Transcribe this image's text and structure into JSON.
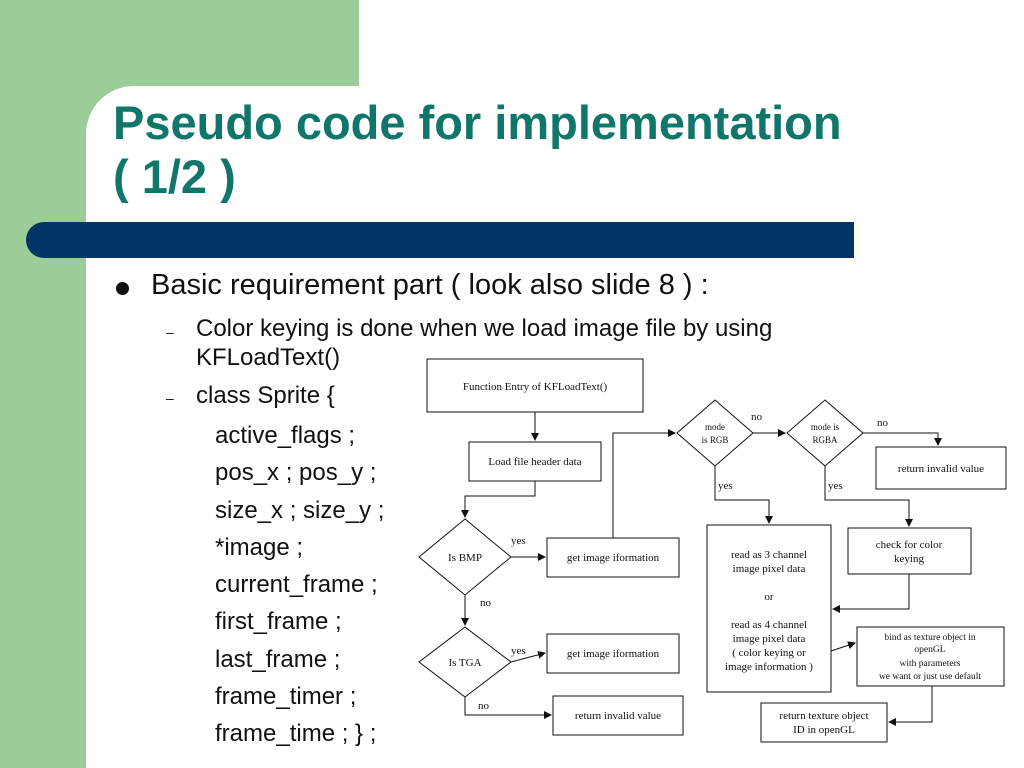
{
  "slide": {
    "title_line1": "Pseudo code for implementation",
    "title_line2": "( 1/2 )",
    "bullet1": "Basic requirement part ( look also slide 8 ) :",
    "sub1_line1": "Color keying is done when we load image file by using",
    "sub1_line2": "KFLoadText()",
    "sub2": "class Sprite {",
    "code_lines": [
      "active_flags ;",
      "pos_x ; pos_y ;",
      "size_x ; size_y ;",
      "*image ;",
      "current_frame ;",
      "first_frame ;",
      "last_frame ;",
      "frame_timer ;",
      "frame_time ;  } ;"
    ]
  },
  "flowchart": {
    "entry": "Function Entry of KFLoadText()",
    "load_header": "Load file header data",
    "is_bmp": "Is BMP",
    "is_tga": "Is TGA",
    "get_info_1": "get image iformation",
    "get_info_2": "get image iformation",
    "return_invalid_1": "return invalid value",
    "return_invalid_2": "return invalid value",
    "mode_rgb_1": "mode",
    "mode_rgb_2": "is RGB",
    "mode_rgba_1": "mode is",
    "mode_rgba_2": "RGBA",
    "read_box": [
      "read as 3 channel",
      "image pixel data",
      "or",
      "read as 4 channel",
      "image pixel data",
      "( color keying or",
      "image information )"
    ],
    "check_color": [
      "check for color",
      "keying"
    ],
    "bind_texture": [
      "bind as texture object in",
      "openGL",
      "with parameters",
      "we want or just use default"
    ],
    "return_texture": [
      "return texture object",
      "ID in openGL"
    ],
    "label_yes": "yes",
    "label_no": "no"
  },
  "colors": {
    "title": "#11766a",
    "bar": "#003566",
    "green": "#9ccc98"
  }
}
